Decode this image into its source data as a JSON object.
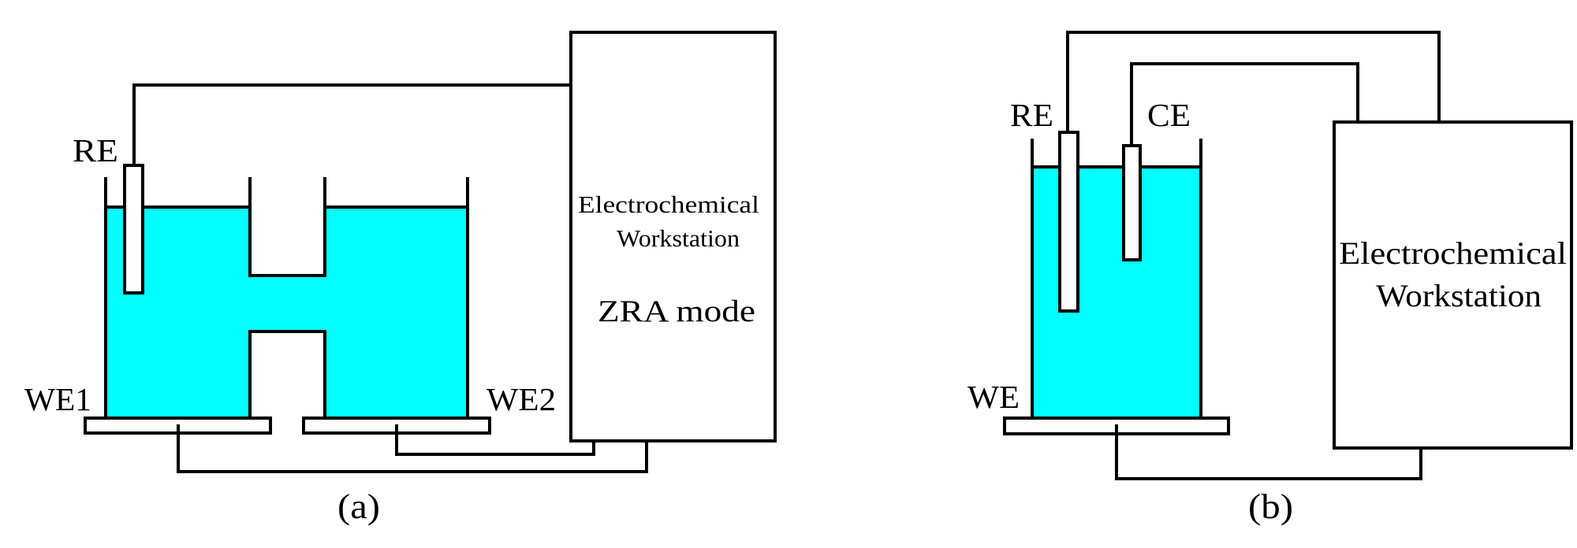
{
  "figure": {
    "colors": {
      "electrolyte": "#00ffff",
      "line": "#000000",
      "background": "#ffffff"
    },
    "panel_a": {
      "caption": "(a)",
      "cell_type": "H-type cell",
      "labels": {
        "reference_electrode": "RE",
        "working_electrode_1": "WE1",
        "working_electrode_2": "WE2"
      },
      "instrument": {
        "line1": "Electrochemical",
        "line2": "Workstation",
        "mode": "ZRA mode"
      }
    },
    "panel_b": {
      "caption": "(b)",
      "cell_type": "three-electrode cell",
      "labels": {
        "reference_electrode": "RE",
        "counter_electrode": "CE",
        "working_electrode": "WE"
      },
      "instrument": {
        "line1": "Electrochemical",
        "line2": "Workstation"
      }
    }
  }
}
